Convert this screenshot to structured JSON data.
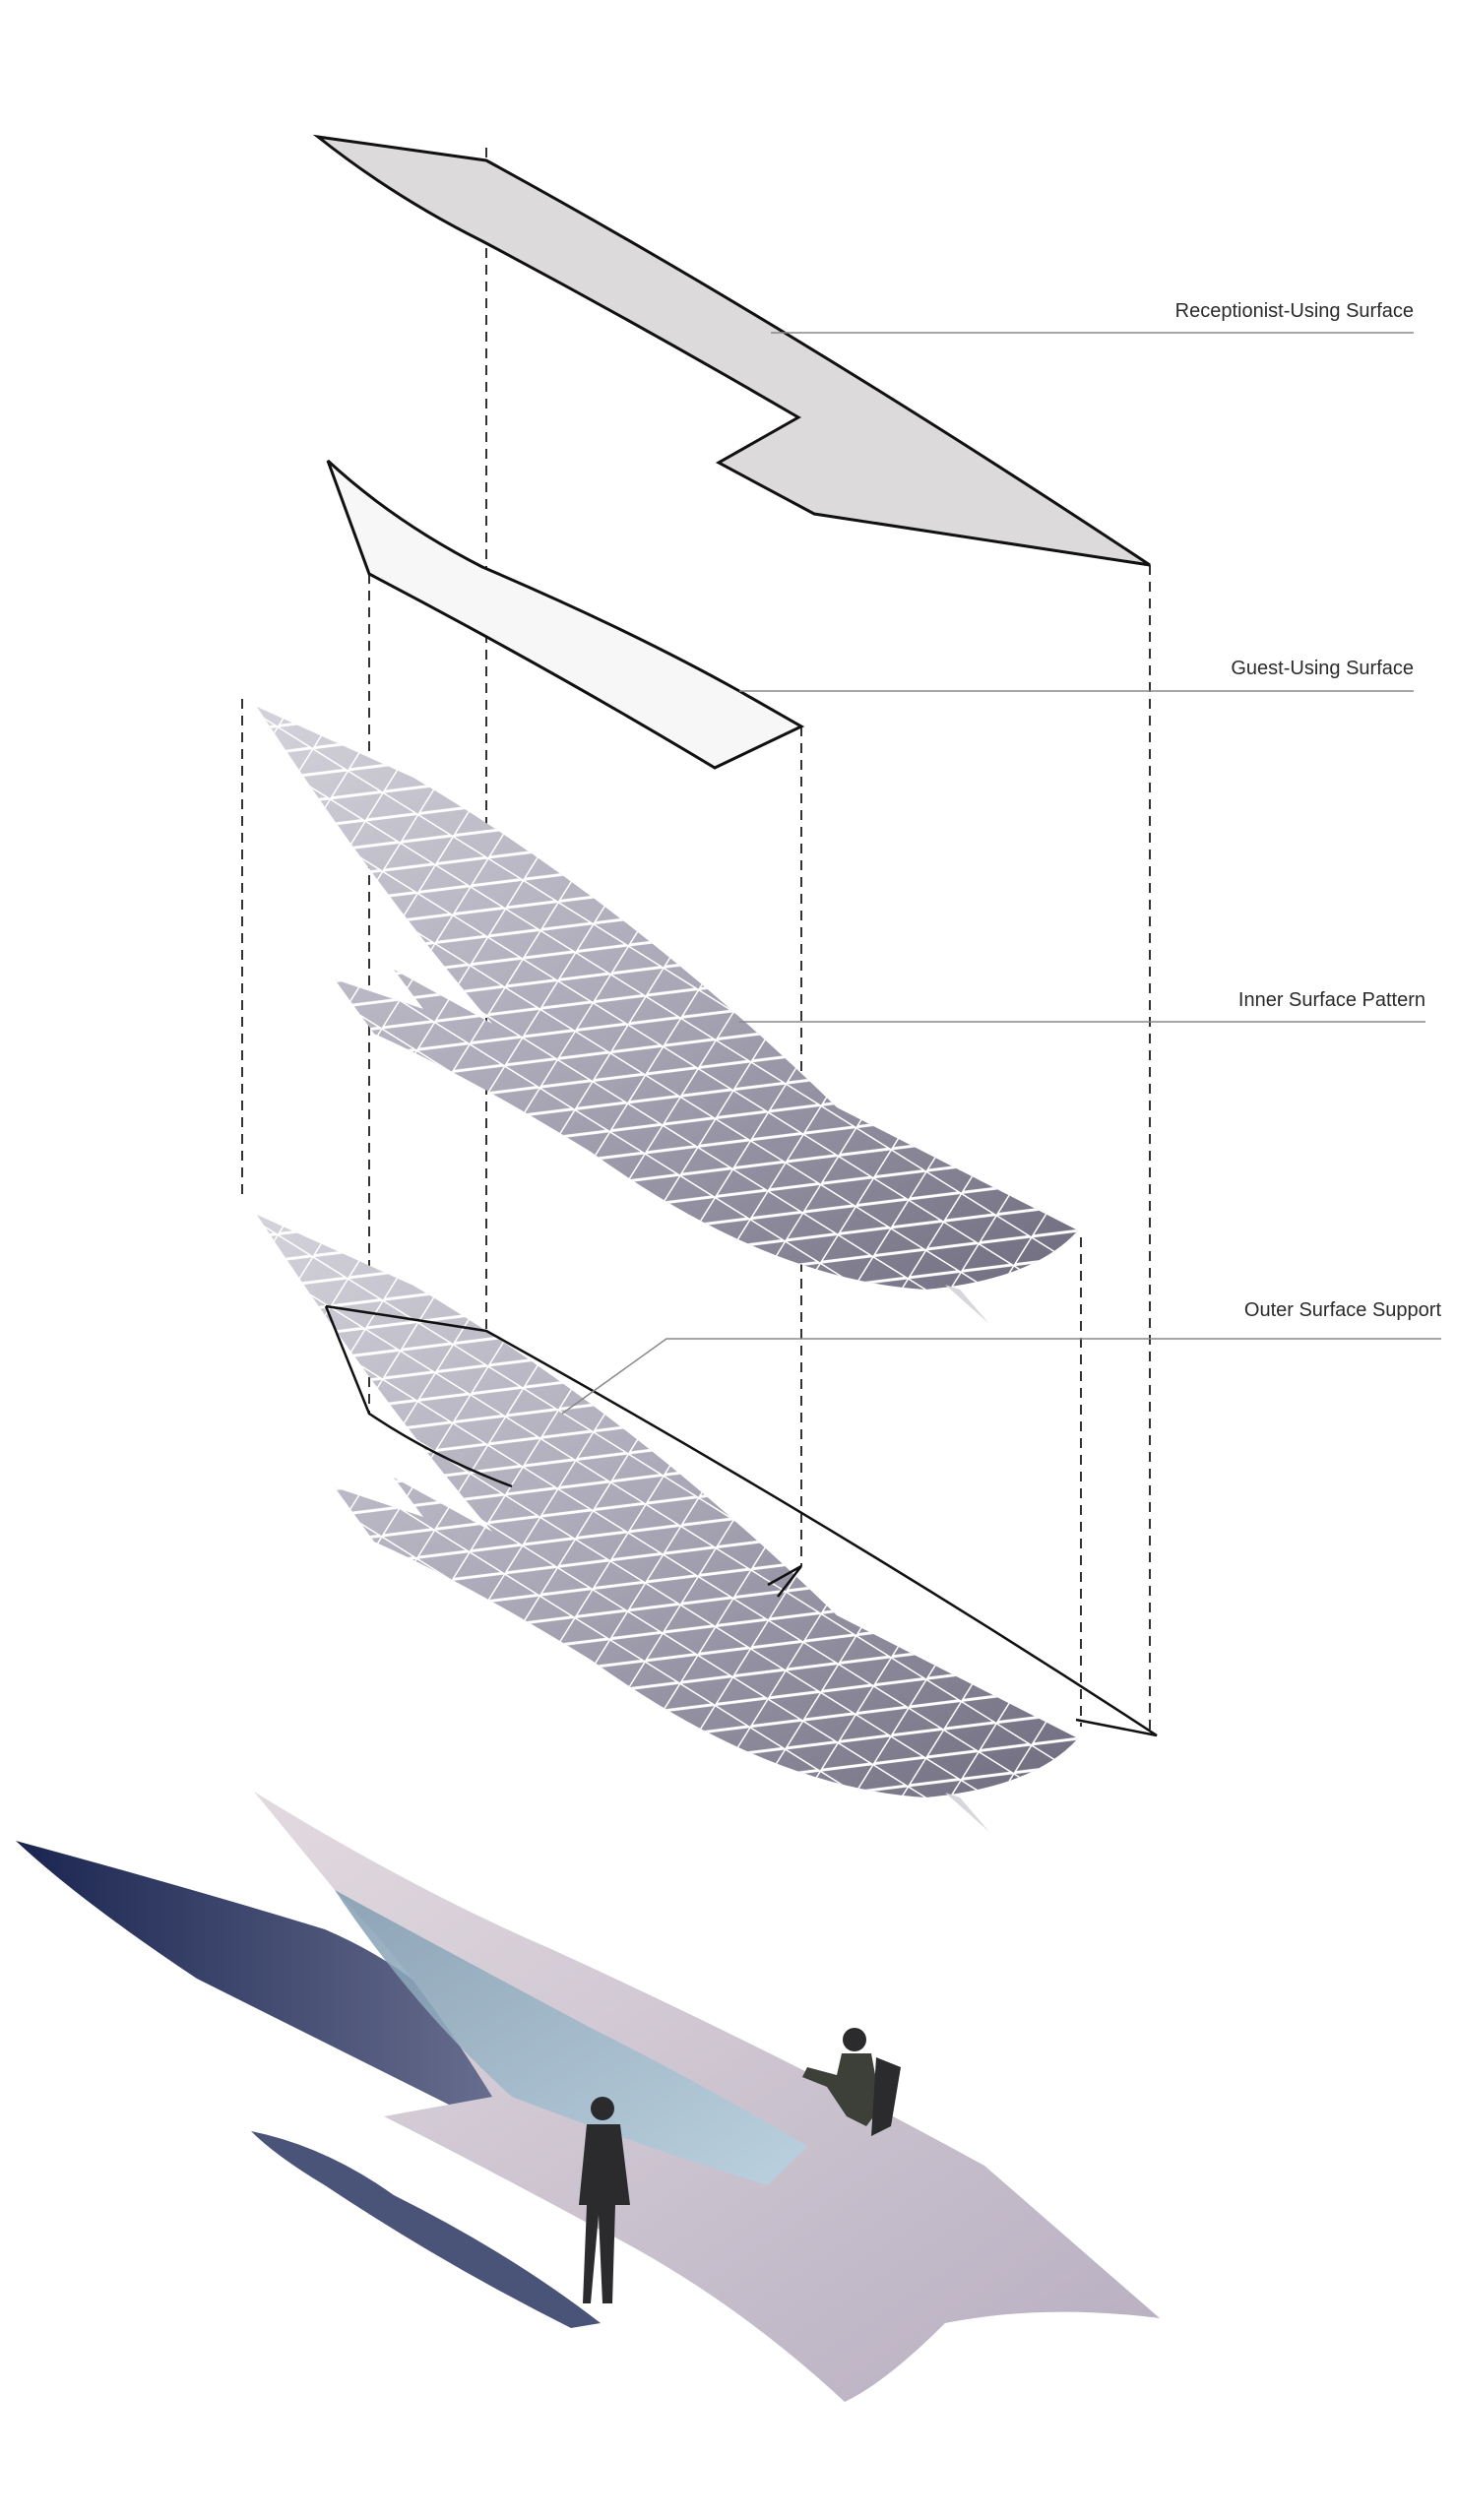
{
  "labels": {
    "receptionist": "Receptionist-Using Surface",
    "guest": "Guest-Using Surface",
    "inner": "Inner Surface Pattern",
    "outer": "Outer Surface Support"
  },
  "colors": {
    "receptionist_fill": "#dcdada",
    "guest_fill": "#f7f7f7",
    "panel_light": "#c9c7d0",
    "panel_dark": "#6e6c7e",
    "shadow": "#1e2b52",
    "render_surface": "#cfc4cc"
  }
}
